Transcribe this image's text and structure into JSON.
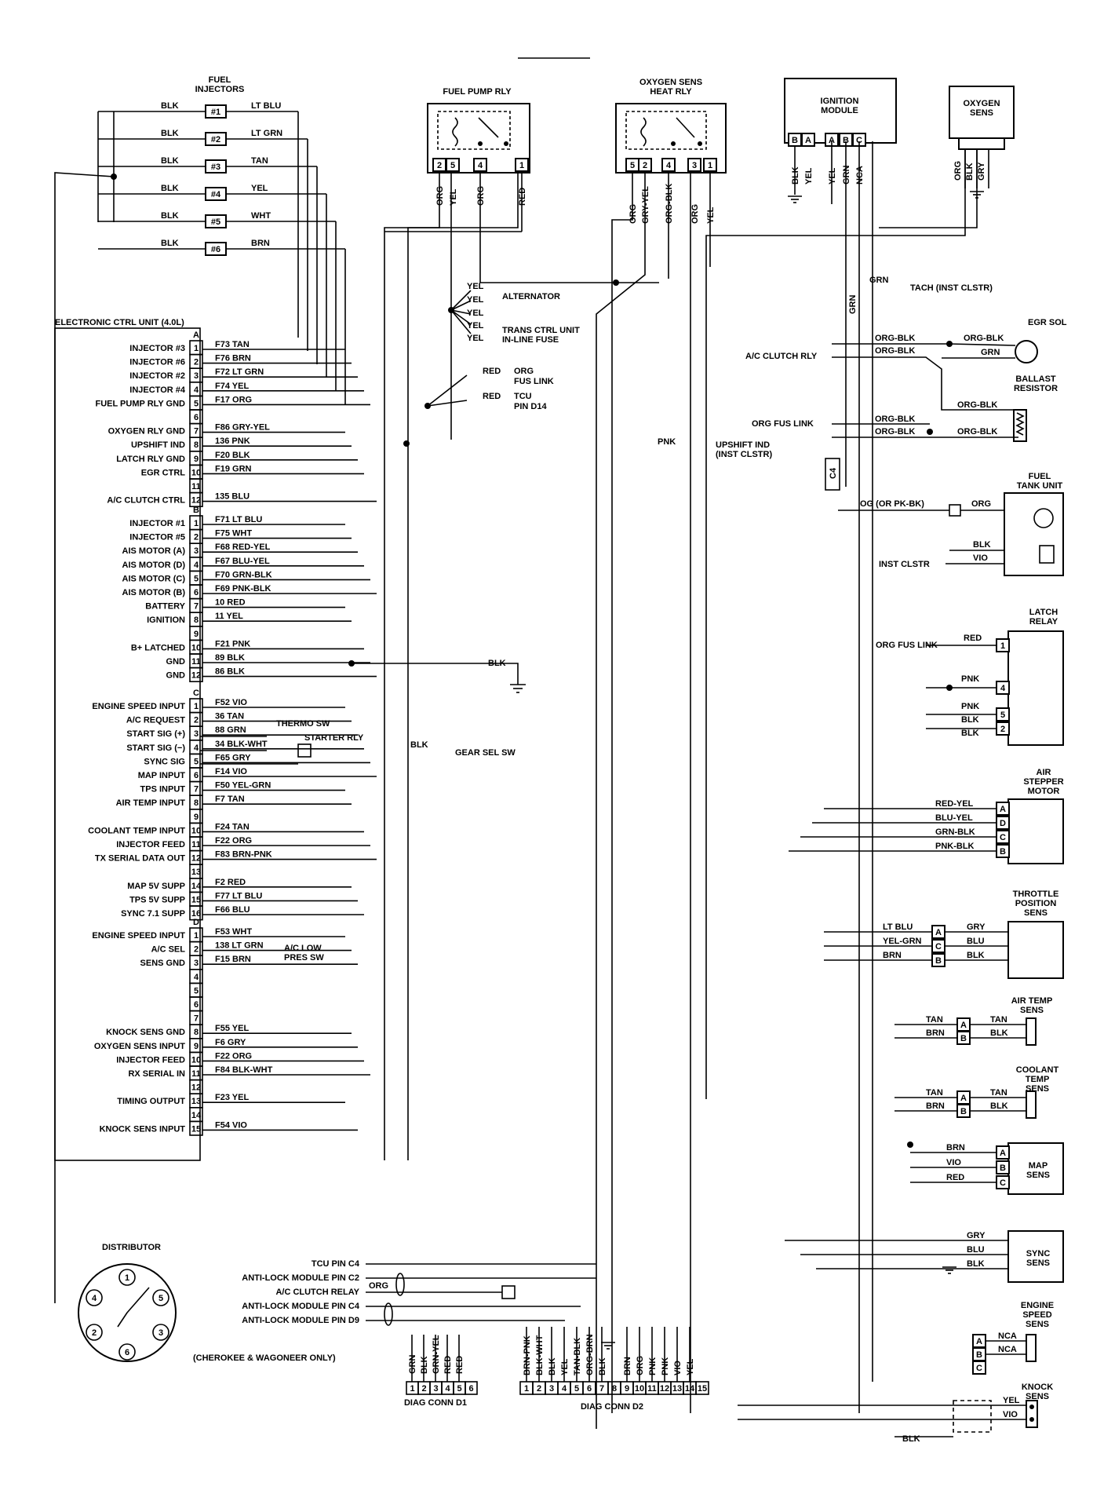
{
  "colors": {
    "ink": "#000000",
    "paper": "#ffffff"
  },
  "ecu": {
    "title": "ELECTRONIC CTRL UNIT (4.0L)",
    "connectors": [
      {
        "id": "A",
        "pins": [
          {
            "n": "1",
            "label": "INJECTOR #3",
            "wire": "F73 TAN"
          },
          {
            "n": "2",
            "label": "INJECTOR #6",
            "wire": "F76 BRN"
          },
          {
            "n": "3",
            "label": "INJECTOR #2",
            "wire": "F72 LT GRN"
          },
          {
            "n": "4",
            "label": "INJECTOR #4",
            "wire": "F74 YEL"
          },
          {
            "n": "5",
            "label": "FUEL PUMP RLY GND",
            "wire": "F17 ORG"
          },
          {
            "n": "6",
            "label": "",
            "wire": ""
          },
          {
            "n": "7",
            "label": "OXYGEN RLY GND",
            "wire": "F86 GRY-YEL"
          },
          {
            "n": "8",
            "label": "UPSHIFT IND",
            "wire": "136 PNK"
          },
          {
            "n": "9",
            "label": "LATCH RLY GND",
            "wire": "F20 BLK"
          },
          {
            "n": "10",
            "label": "EGR CTRL",
            "wire": "F19 GRN"
          },
          {
            "n": "11",
            "label": "",
            "wire": ""
          },
          {
            "n": "12",
            "label": "A/C CLUTCH CTRL",
            "wire": "135 BLU"
          }
        ]
      },
      {
        "id": "B",
        "pins": [
          {
            "n": "1",
            "label": "INJECTOR #1",
            "wire": "F71 LT BLU"
          },
          {
            "n": "2",
            "label": "INJECTOR #5",
            "wire": "F75 WHT"
          },
          {
            "n": "3",
            "label": "AIS MOTOR (A)",
            "wire": "F68 RED-YEL"
          },
          {
            "n": "4",
            "label": "AIS MOTOR (D)",
            "wire": "F67 BLU-YEL"
          },
          {
            "n": "5",
            "label": "AIS MOTOR (C)",
            "wire": "F70 GRN-BLK"
          },
          {
            "n": "6",
            "label": "AIS MOTOR (B)",
            "wire": "F69 PNK-BLK"
          },
          {
            "n": "7",
            "label": "BATTERY",
            "wire": "10 RED"
          },
          {
            "n": "8",
            "label": "IGNITION",
            "wire": "11 YEL"
          },
          {
            "n": "9",
            "label": "",
            "wire": ""
          },
          {
            "n": "10",
            "label": "B+ LATCHED",
            "wire": "F21 PNK"
          },
          {
            "n": "11",
            "label": "GND",
            "wire": "89 BLK"
          },
          {
            "n": "12",
            "label": "GND",
            "wire": "86 BLK"
          }
        ]
      },
      {
        "id": "C",
        "pins": [
          {
            "n": "1",
            "label": "ENGINE SPEED INPUT",
            "wire": "F52 VIO"
          },
          {
            "n": "2",
            "label": "A/C REQUEST",
            "wire": "36 TAN"
          },
          {
            "n": "3",
            "label": "START SIG (+)",
            "wire": "88 GRN"
          },
          {
            "n": "4",
            "label": "START SIG (−)",
            "wire": "34 BLK-WHT"
          },
          {
            "n": "5",
            "label": "SYNC SIG",
            "wire": "F65 GRY"
          },
          {
            "n": "6",
            "label": "MAP INPUT",
            "wire": "F14 VIO"
          },
          {
            "n": "7",
            "label": "TPS INPUT",
            "wire": "F50 YEL-GRN"
          },
          {
            "n": "8",
            "label": "AIR TEMP INPUT",
            "wire": "F7 TAN"
          },
          {
            "n": "9",
            "label": "",
            "wire": ""
          },
          {
            "n": "10",
            "label": "COOLANT TEMP INPUT",
            "wire": "F24 TAN"
          },
          {
            "n": "11",
            "label": "INJECTOR FEED",
            "wire": "F22 ORG"
          },
          {
            "n": "12",
            "label": "TX SERIAL DATA OUT",
            "wire": "F83 BRN-PNK"
          },
          {
            "n": "13",
            "label": "",
            "wire": ""
          },
          {
            "n": "14",
            "label": "MAP 5V SUPP",
            "wire": "F2 RED"
          },
          {
            "n": "15",
            "label": "TPS 5V SUPP",
            "wire": "F77 LT BLU"
          },
          {
            "n": "16",
            "label": "SYNC 7.1 SUPP",
            "wire": "F66 BLU"
          }
        ]
      },
      {
        "id": "D",
        "pins": [
          {
            "n": "1",
            "label": "ENGINE SPEED INPUT",
            "wire": "F53 WHT"
          },
          {
            "n": "2",
            "label": "A/C SEL",
            "wire": "138 LT GRN"
          },
          {
            "n": "3",
            "label": "SENS GND",
            "wire": "F15 BRN"
          },
          {
            "n": "4",
            "label": "",
            "wire": ""
          },
          {
            "n": "5",
            "label": "",
            "wire": ""
          },
          {
            "n": "6",
            "label": "",
            "wire": ""
          },
          {
            "n": "7",
            "label": "",
            "wire": ""
          },
          {
            "n": "8",
            "label": "KNOCK SENS GND",
            "wire": "F55 YEL"
          },
          {
            "n": "9",
            "label": "OXYGEN SENS INPUT",
            "wire": "F6 GRY"
          },
          {
            "n": "10",
            "label": "INJECTOR FEED",
            "wire": "F22 ORG"
          },
          {
            "n": "11",
            "label": "RX SERIAL IN",
            "wire": "F84 BLK-WHT"
          },
          {
            "n": "12",
            "label": "",
            "wire": ""
          },
          {
            "n": "13",
            "label": "TIMING OUTPUT",
            "wire": "F23 YEL"
          },
          {
            "n": "14",
            "label": "",
            "wire": ""
          },
          {
            "n": "15",
            "label": "KNOCK SENS INPUT",
            "wire": "F54 VIO"
          }
        ]
      }
    ],
    "side_labels": {
      "thermo": "THERMO SW",
      "starter": "STARTER RLY",
      "gear_blk": "BLK",
      "gear_sel": "GEAR SEL SW",
      "ac_low": "A/C LOW",
      "pres_sw": "PRES SW",
      "gnd_blk": "BLK"
    }
  },
  "injectors": {
    "title_1": "FUEL",
    "title_2": "INJECTORS",
    "rows": [
      {
        "num": "#1",
        "gnd": "BLK",
        "wire": "LT BLU"
      },
      {
        "num": "#2",
        "gnd": "BLK",
        "wire": "LT GRN"
      },
      {
        "num": "#3",
        "gnd": "BLK",
        "wire": "TAN"
      },
      {
        "num": "#4",
        "gnd": "BLK",
        "wire": "YEL"
      },
      {
        "num": "#5",
        "gnd": "BLK",
        "wire": "WHT"
      },
      {
        "num": "#6",
        "gnd": "BLK",
        "wire": "BRN"
      }
    ]
  },
  "fuel_pump_rly": {
    "title": "FUEL PUMP RLY",
    "pins": [
      "2",
      "5",
      "4",
      "1"
    ],
    "wires": [
      "ORG",
      "YEL",
      "ORG",
      "RED"
    ]
  },
  "oxygen_heat_rly": {
    "title_1": "OXYGEN SENS",
    "title_2": "HEAT RLY",
    "pins": [
      "5",
      "2",
      "4",
      "3",
      "1"
    ],
    "wires": [
      "ORG",
      "GRY-YEL",
      "ORG-BLK",
      "ORG",
      "YEL"
    ]
  },
  "ignition_module": {
    "title_1": "IGNITION",
    "title_2": "MODULE",
    "pins": [
      "B",
      "A",
      "A",
      "B",
      "C"
    ],
    "wires": [
      "BLK",
      "YEL",
      "YEL",
      "GRN",
      "NCA"
    ]
  },
  "oxygen_sens": {
    "title_1": "OXYGEN",
    "title_2": "SENS",
    "wires": [
      "ORG",
      "BLK",
      "GRY"
    ]
  },
  "splice_labels": {
    "yel_1": "YEL",
    "alternator": "ALTERNATOR",
    "yel_2": "YEL",
    "yel_3": "YEL",
    "yel_4": "YEL",
    "trans_1": "TRANS CTRL UNIT",
    "trans_2": "IN-LINE FUSE",
    "yel_5": "YEL",
    "red_1": "RED",
    "org_fus_1": "ORG",
    "org_fus_2": "FUS LINK",
    "red_2": "RED",
    "tcu_1": "TCU",
    "tcu_2": "PIN D14",
    "grn_tach": "GRN",
    "tach": "TACH (INST CLSTR)",
    "grn_v": "GRN",
    "pnk": "PNK",
    "upshift_1": "UPSHIFT IND",
    "upshift_2": "(INST CLSTR)",
    "ac_clutch_rly": "A/C CLUTCH RLY"
  },
  "right_side": {
    "egr_title": "EGR SOL",
    "egr_org_blk": "ORG-BLK",
    "egr_grn": "GRN",
    "ac_clutch_rly": "A/C CLUTCH RLY",
    "org_blk_1": "ORG-BLK",
    "org_blk_2": "ORG-BLK",
    "ballast_1": "BALLAST",
    "ballast_2": "RESISTOR",
    "ballast_org_blk": "ORG-BLK",
    "org_fus_link": "ORG FUS LINK",
    "org_blk_3": "ORG-BLK",
    "org_blk_4": "ORG-BLK",
    "ballast_org_blk_2": "ORG-BLK",
    "c4": "C4",
    "fuel_tank_1": "FUEL",
    "fuel_tank_2": "TANK UNIT",
    "og_pk": "OG (OR PK-BK)",
    "org": "ORG",
    "ft_blk": "BLK",
    "ft_vio": "VIO",
    "inst_clstr": "INST CLSTR",
    "latch_1": "LATCH",
    "latch_2": "RELAY",
    "latch_org_fus": "ORG FUS LINK",
    "latch_red": "RED",
    "latch_pnk_1": "PNK",
    "latch_pnk_2": "PNK",
    "latch_blk_1": "BLK",
    "latch_blk_2": "BLK",
    "latch_pins": [
      "1",
      "4",
      "5",
      "2"
    ],
    "air_stepper_1": "AIR",
    "air_stepper_2": "STEPPER",
    "air_stepper_3": "MOTOR",
    "stepper_wires": [
      "RED-YEL",
      "BLU-YEL",
      "GRN-BLK",
      "PNK-BLK"
    ],
    "stepper_pins": [
      "A",
      "D",
      "C",
      "B"
    ],
    "tps_1": "THROTTLE",
    "tps_2": "POSITION",
    "tps_3": "SENS",
    "tps_left": [
      "LT BLU",
      "YEL-GRN",
      "BRN"
    ],
    "tps_pins": [
      "A",
      "C",
      "B"
    ],
    "tps_right": [
      "GRY",
      "BLU",
      "BLK"
    ],
    "air_temp_1": "AIR TEMP",
    "air_temp_2": "SENS",
    "air_temp_left": [
      "TAN",
      "BRN"
    ],
    "air_temp_right": [
      "TAN",
      "BLK"
    ],
    "coolant_1": "COOLANT",
    "coolant_2": "TEMP",
    "coolant_3": "SENS",
    "coolant_left": [
      "TAN",
      "BRN"
    ],
    "coolant_right": [
      "TAN",
      "BLK"
    ],
    "ab_pins": [
      "A",
      "B"
    ],
    "map_1": "MAP",
    "map_2": "SENS",
    "map_wires": [
      "BRN",
      "VIO",
      "RED"
    ],
    "map_pins": [
      "A",
      "B",
      "C"
    ],
    "sync_1": "SYNC",
    "sync_2": "SENS",
    "sync_wires": [
      "GRY",
      "BLU",
      "BLK"
    ],
    "engine_speed_1": "ENGINE",
    "engine_speed_2": "SPEED",
    "engine_speed_3": "SENS",
    "engine_speed_wires": [
      "NCA",
      "NCA"
    ],
    "engine_speed_pins": [
      "A",
      "B",
      "C"
    ],
    "knock_1": "KNOCK",
    "knock_2": "SENS",
    "knock_yel": "YEL",
    "knock_vio": "VIO",
    "knock_blk": "BLK"
  },
  "bottom": {
    "distributor": "DISTRIBUTOR",
    "dist_numbers": [
      "1",
      "5",
      "3",
      "6",
      "2",
      "4"
    ],
    "tcu_pin": "TCU PIN C4",
    "antilock_c2": "ANTI-LOCK MODULE PIN C2",
    "ac_clutch_relay": "A/C CLUTCH RELAY",
    "antilock_c4": "ANTI-LOCK MODULE PIN C4",
    "antilock_d9": "ANTI-LOCK MODULE PIN D9",
    "org": "ORG",
    "cherokee": "(CHEROKEE & WAGONEER ONLY)",
    "diag_d1": "DIAG CONN D1",
    "diag_d1_pins": [
      "1",
      "2",
      "3",
      "4",
      "5",
      "6"
    ],
    "diag_d1_wires": [
      "GRN",
      "BLK",
      "GRN-YEL",
      "RED",
      "RED"
    ],
    "diag_d2": "DIAG CONN D2",
    "diag_d2_pins": [
      "1",
      "2",
      "3",
      "4",
      "5",
      "6",
      "7",
      "8",
      "9",
      "10",
      "11",
      "12",
      "13",
      "14",
      "15"
    ],
    "diag_d2_wires": [
      "BRN-PNK",
      "BLK-WHT",
      "BLK",
      "YEL",
      "TAN-BLK",
      "ORG-BRN",
      "BLK",
      "BRN",
      "ORG",
      "PNK",
      "PNK",
      "VIO",
      "YEL"
    ]
  }
}
